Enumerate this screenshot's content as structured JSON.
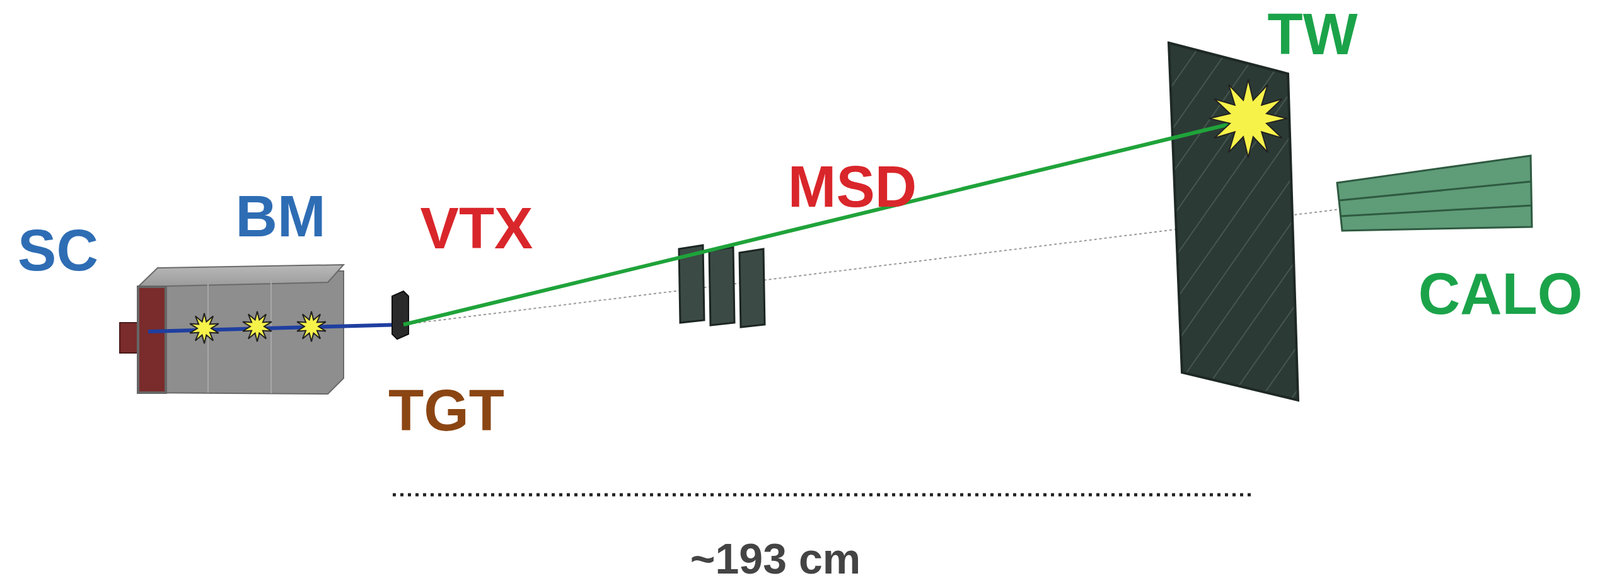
{
  "diagram": {
    "labels": [
      "SC",
      "BM",
      "VTX",
      "TGT",
      "MSD",
      "TW",
      "CALO",
      "~193 cm"
    ]
  }
}
